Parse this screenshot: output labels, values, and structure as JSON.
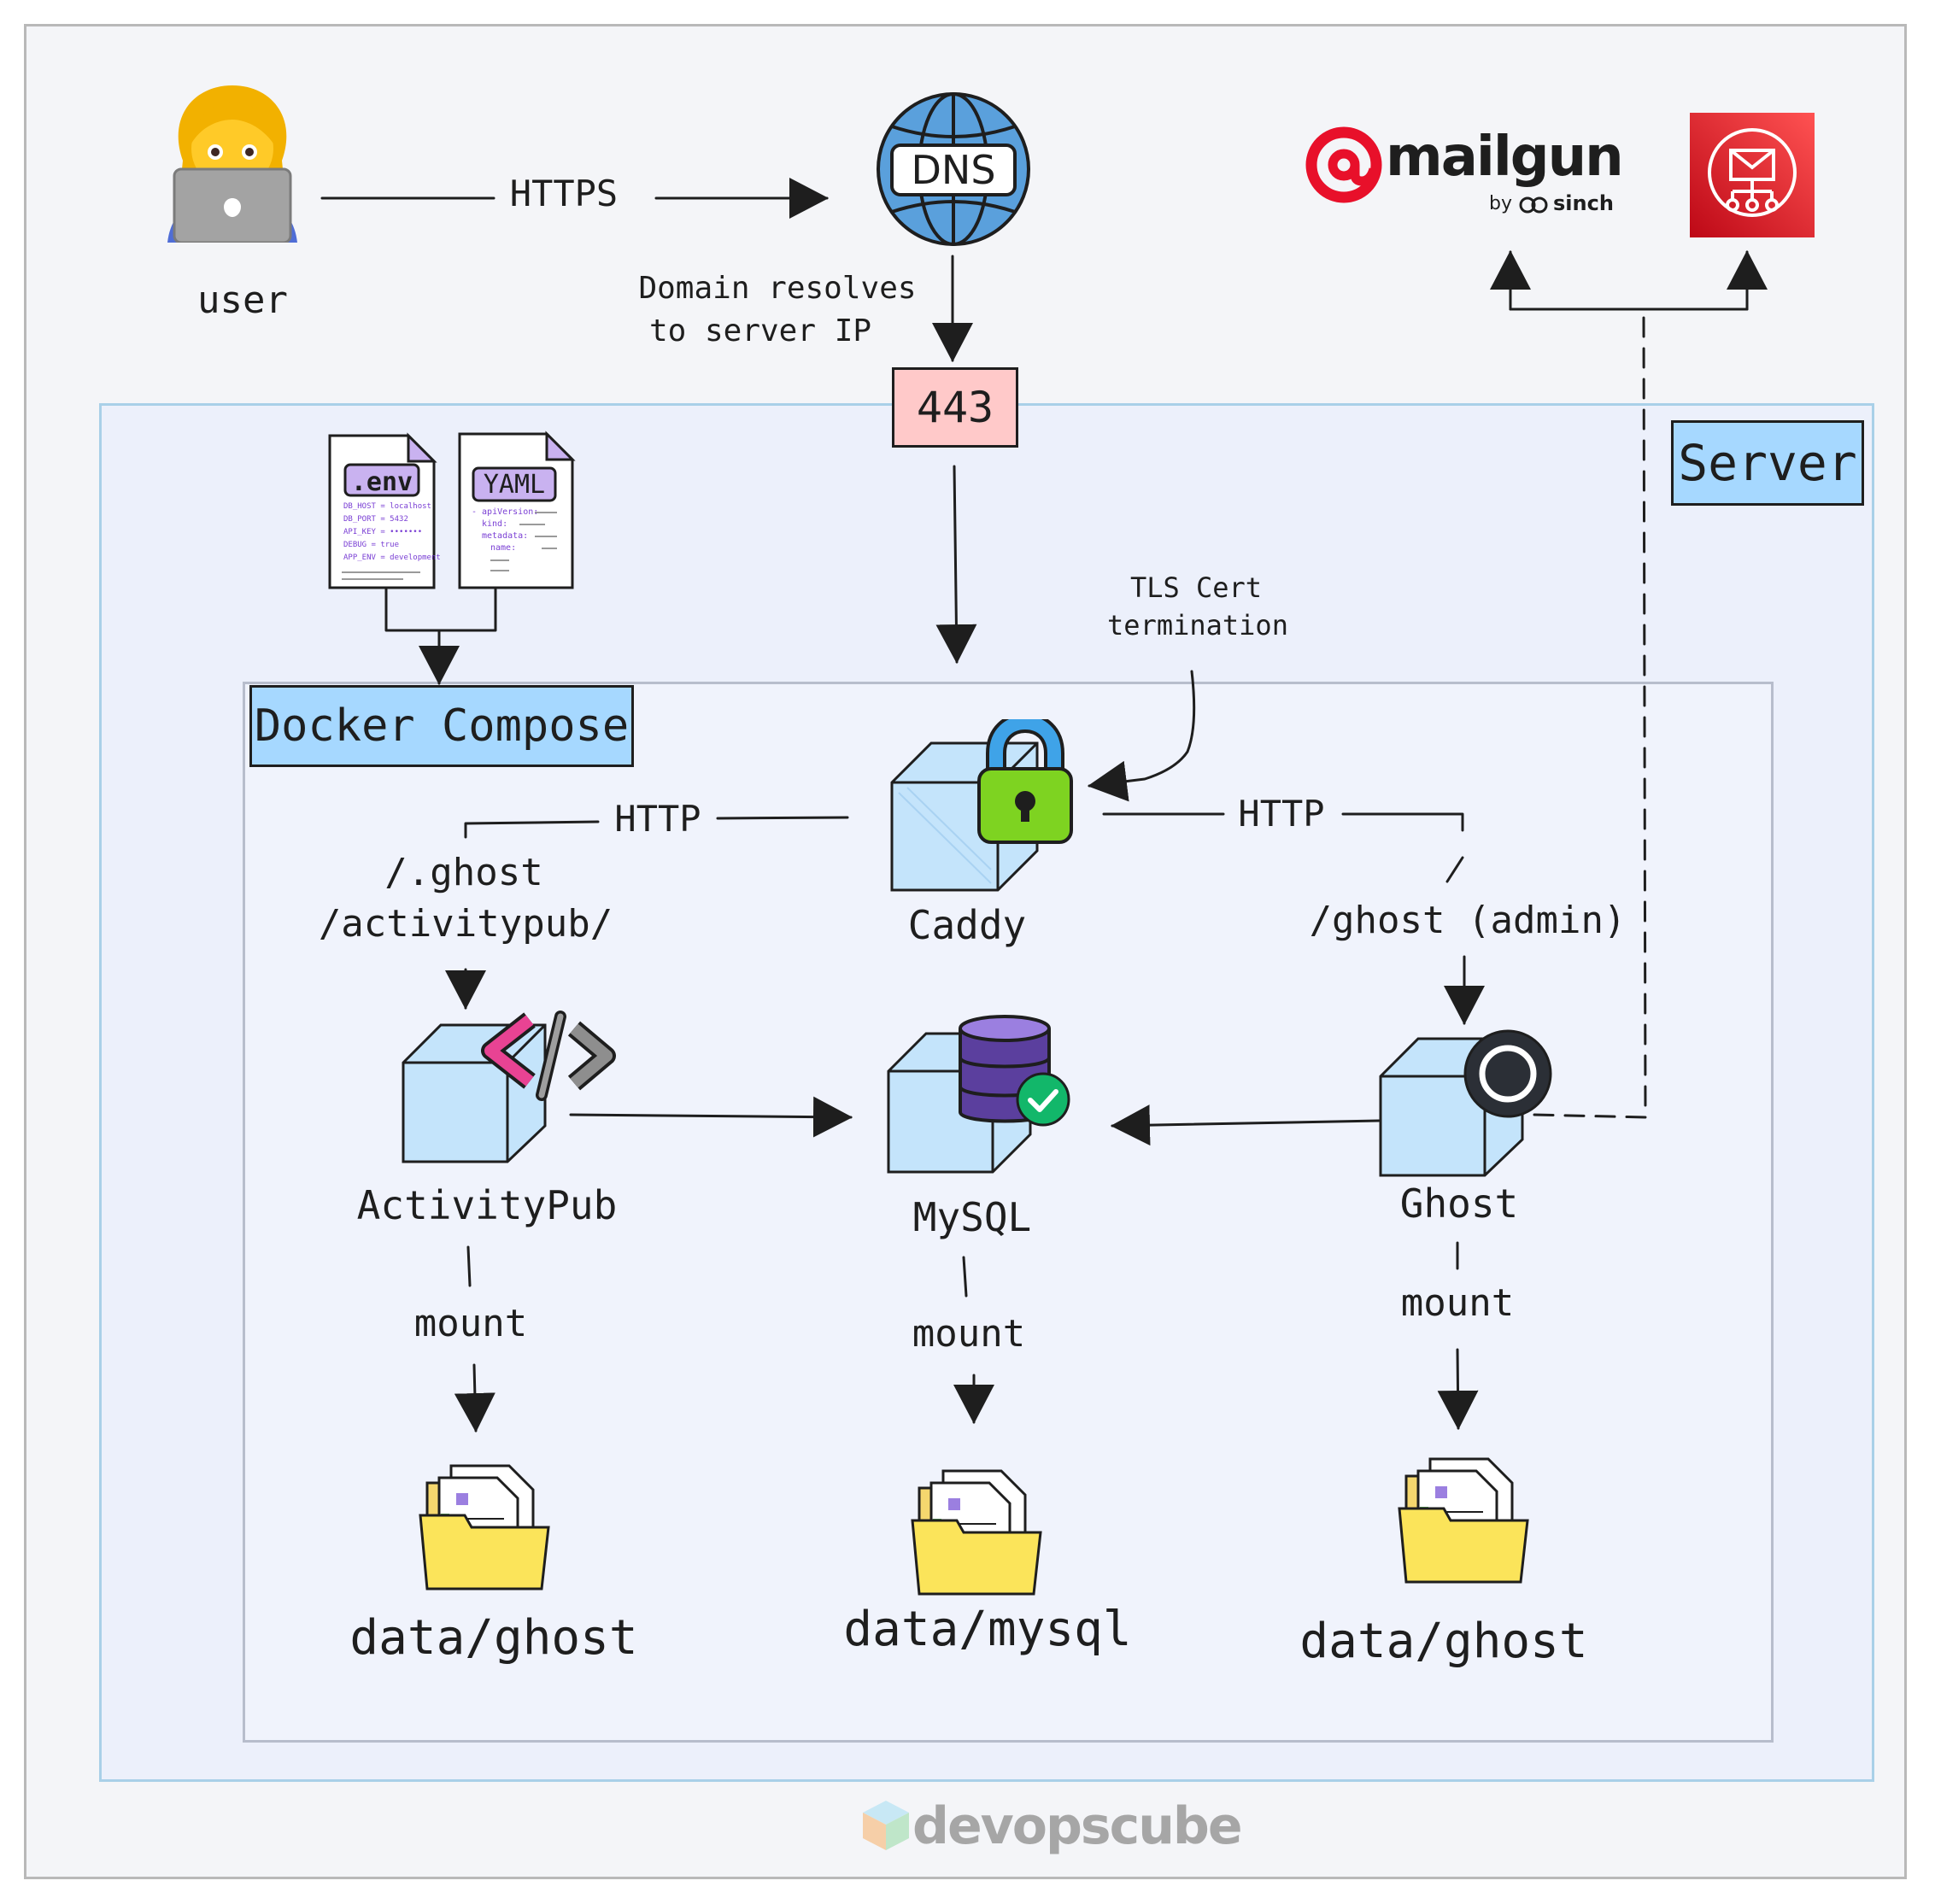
{
  "nodes": {
    "user": "user",
    "dns_text": "DNS",
    "port": "443",
    "server": "Server",
    "docker_compose": "Docker Compose",
    "caddy": "Caddy",
    "activitypub": "ActivityPub",
    "mysql": "MySQL",
    "ghost": "Ghost",
    "env_file": {
      "title": ".env",
      "lines": [
        "DB_HOST = localhost",
        "DB_PORT = 5432",
        "API_KEY = •••••••",
        "DEBUG  = true",
        "APP_ENV = development"
      ]
    },
    "yaml_file": {
      "title": "YAML",
      "lines": [
        "- apiVersion:",
        "kind:",
        "metadata:",
        "name:"
      ]
    }
  },
  "edges": {
    "https": "HTTPS",
    "domain_resolves_1": "Domain resolves",
    "domain_resolves_2": "to server IP",
    "tls_1": "TLS Cert",
    "tls_2": "termination",
    "http_left": "HTTP",
    "http_right": "HTTP",
    "route_ghost_1": "/.ghost",
    "route_ghost_2": "/activitypub/",
    "route_root": "/",
    "route_admin": "/ghost (admin)",
    "mount_1": "mount",
    "mount_2": "mount",
    "mount_3": "mount"
  },
  "volumes": {
    "v1": "data/ghost",
    "v2": "data/mysql",
    "v3": "data/ghost"
  },
  "logos": {
    "mailgun": "mailgun",
    "mailgun_by": "by",
    "mailgun_sinch": "sinch",
    "watermark": "devopscube"
  },
  "icons": [
    "user-laptop-icon",
    "globe-icon",
    "cube-icon",
    "lock-icon",
    "code-icon",
    "database-icon",
    "check-icon",
    "ghost-logo-icon",
    "folder-icon",
    "file-icon",
    "email-service-icon"
  ],
  "colors": {
    "outer_frame_fill": "#f4f5f8",
    "server_fill": "#ecf0fb",
    "server_border": "#a9d0e8",
    "compose_fill": "#f0f3fc",
    "compose_border": "#b7bdcc",
    "label_box_fill": "#a6d8ff",
    "port_fill": "#ffc9c9",
    "mailgun_red": "#e8102a",
    "aws_red": "#d4212b"
  }
}
